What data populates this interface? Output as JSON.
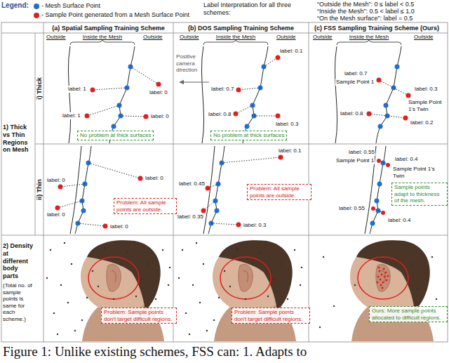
{
  "diagram": {
    "caption": "Figure 1: Unlike existing schemes, FSS can: 1. Adapts to",
    "nodes": [
      {
        "text": [
          "No problem at thick surfaces"
        ]
      },
      {
        "text": [
          "No problem at thick surfaces"
        ]
      },
      {
        "text": [
          "Problem: All sample points are outside."
        ]
      },
      {
        "text": [
          "Problem: All sample points are outside."
        ]
      },
      {
        "text": [
          "Sample points adapt to thickness of the mesh."
        ]
      },
      {
        "text": [
          "Problem: Sample points don't target difficult regions."
        ]
      },
      {
        "text": [
          "Problem: Sample points don't target difficult regions."
        ]
      },
      {
        "text": [
          "Ours: More sample points allocated to difficult regions."
        ]
      }
    ],
    "labels": [
      "Legend:",
      "Label Interpretation for all three schemes:",
      "“Outside the Mesh”: 0 ≤ label < 0.5",
      "“Inside the Mesh”: 0.5 < label ≤ 1.0",
      "“On the Mesh surface”: label = 0.5",
      "(a) Spatial Sampling Training Scheme",
      "(b) DOS Sampling Training Scheme",
      "(c) FSS Sampling Training Scheme (Ours)",
      "Outside",
      "Inside the Mesh",
      "Outside",
      "Outside",
      "Inside the Mesh",
      "Outside",
      "Outside",
      "Inside the Mesh",
      "Outside",
      "1) Thick vs Thin Regions on Mesh",
      "i) Thick",
      "ii) Thin",
      "2) Density at different body parts",
      "(Total no. of sample points is same for each scheme.)",
      "label: 1",
      "label: 1",
      "label: 0",
      "label: 0",
      "label: 0",
      "label: 0",
      "label: 0",
      "label: 0",
      "Positive camera direction",
      "label: 0.1",
      "label: 0.7",
      "label: 0.8",
      "label: 0.3",
      "label: 0.1",
      "label: 0.45",
      "label: 0.35",
      "label: 0.3",
      "label: 0.7",
      "Sample Point 1",
      "label: 0.3",
      "Sample Point 1's Twin",
      "label: 0.8",
      "label: 0.2",
      "label: 0.55",
      "Sample Point 1",
      "label: 0.4",
      "Sample Point 1's Twin",
      "label: 0.55",
      "label: 0.4"
    ],
    "legend": [
      {
        "text": "- Mesh Surface Point",
        "color": "#1f6fd1"
      },
      {
        "text": "- Sample Point generated from a Mesh Surface Point",
        "color": "#e02020"
      }
    ]
  }
}
